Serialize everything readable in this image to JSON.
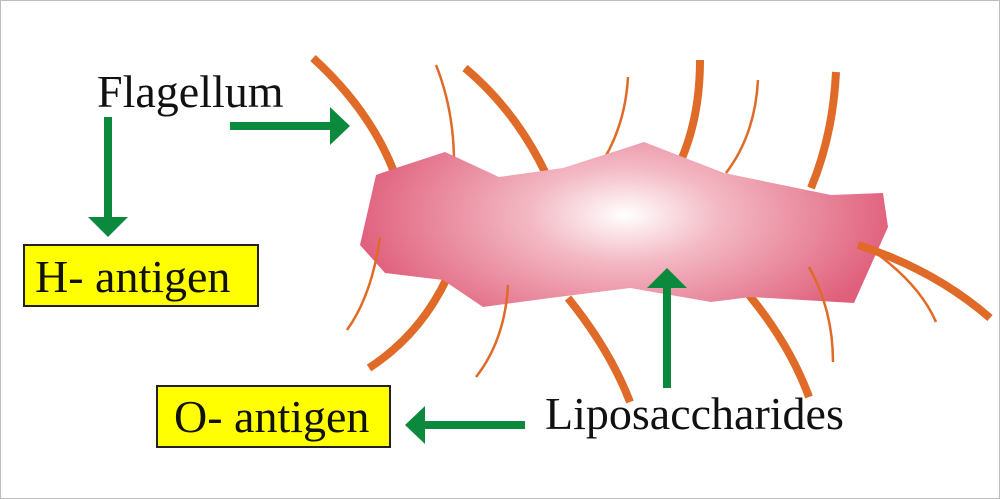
{
  "labels": {
    "flagellum": "Flagellum",
    "h_antigen": "H- antigen",
    "o_antigen": "O- antigen",
    "liposaccharides": "Liposaccharides"
  },
  "colors": {
    "arrow": "#0b8a3e",
    "flagella": "#e06a28",
    "body_edge": "#e0607c",
    "body_center": "#ffffff",
    "label_box": "#ffff00"
  }
}
